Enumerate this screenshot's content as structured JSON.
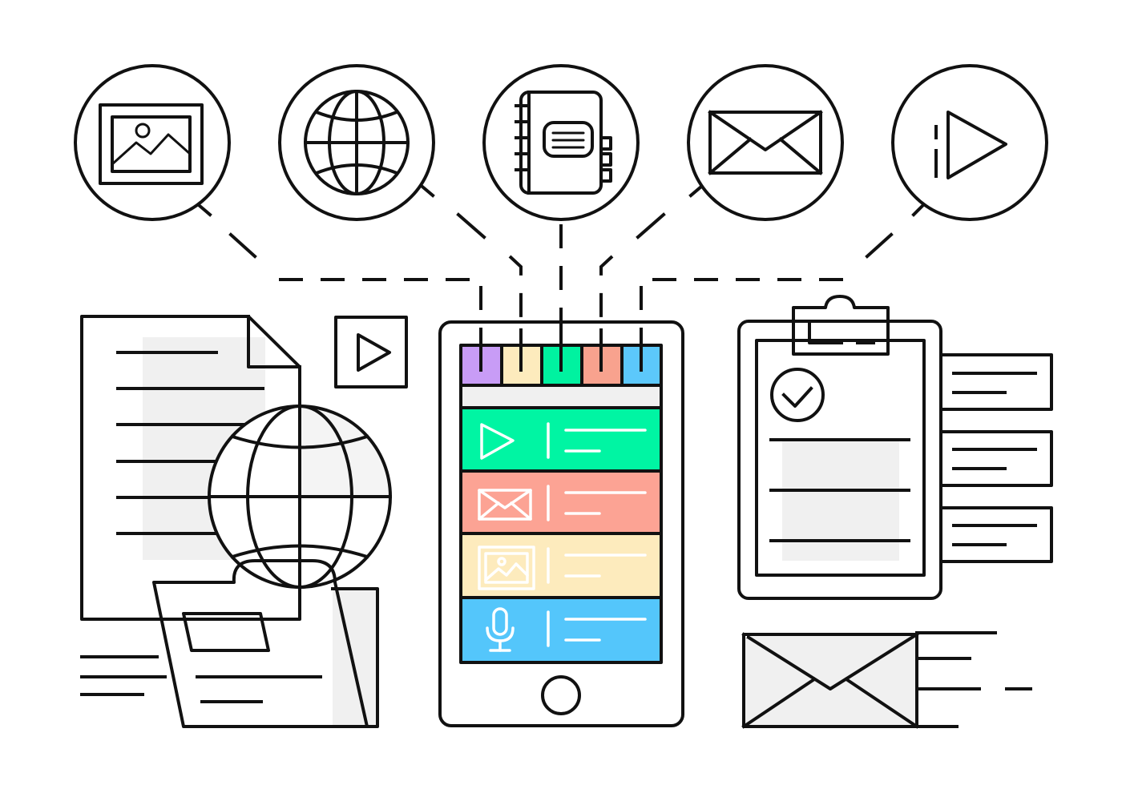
{
  "colors": {
    "stroke": "#111111",
    "shade": "#f0f0f0",
    "background": "#ffffff",
    "tab_purple": "#c89cf6",
    "tab_cream": "#fdebbd",
    "tab_green": "#00f2a0",
    "tab_salmon": "#f8a28e",
    "tab_blue": "#5cc8fb",
    "row_video": "#00f5a3",
    "row_mail": "#fca394",
    "row_image": "#fdebbd",
    "row_audio": "#54c6fb"
  },
  "top_icons": [
    {
      "icon": "image-icon"
    },
    {
      "icon": "globe-icon"
    },
    {
      "icon": "address-book-icon"
    },
    {
      "icon": "mail-icon"
    },
    {
      "icon": "play-icon"
    }
  ],
  "phone": {
    "tabs": [
      "tab_purple",
      "tab_cream",
      "tab_green",
      "tab_salmon",
      "tab_blue"
    ],
    "rows": [
      {
        "icon": "play-icon",
        "color": "row_video"
      },
      {
        "icon": "mail-icon",
        "color": "row_mail"
      },
      {
        "icon": "image-icon",
        "color": "row_image"
      },
      {
        "icon": "microphone-icon",
        "color": "row_audio"
      }
    ]
  }
}
